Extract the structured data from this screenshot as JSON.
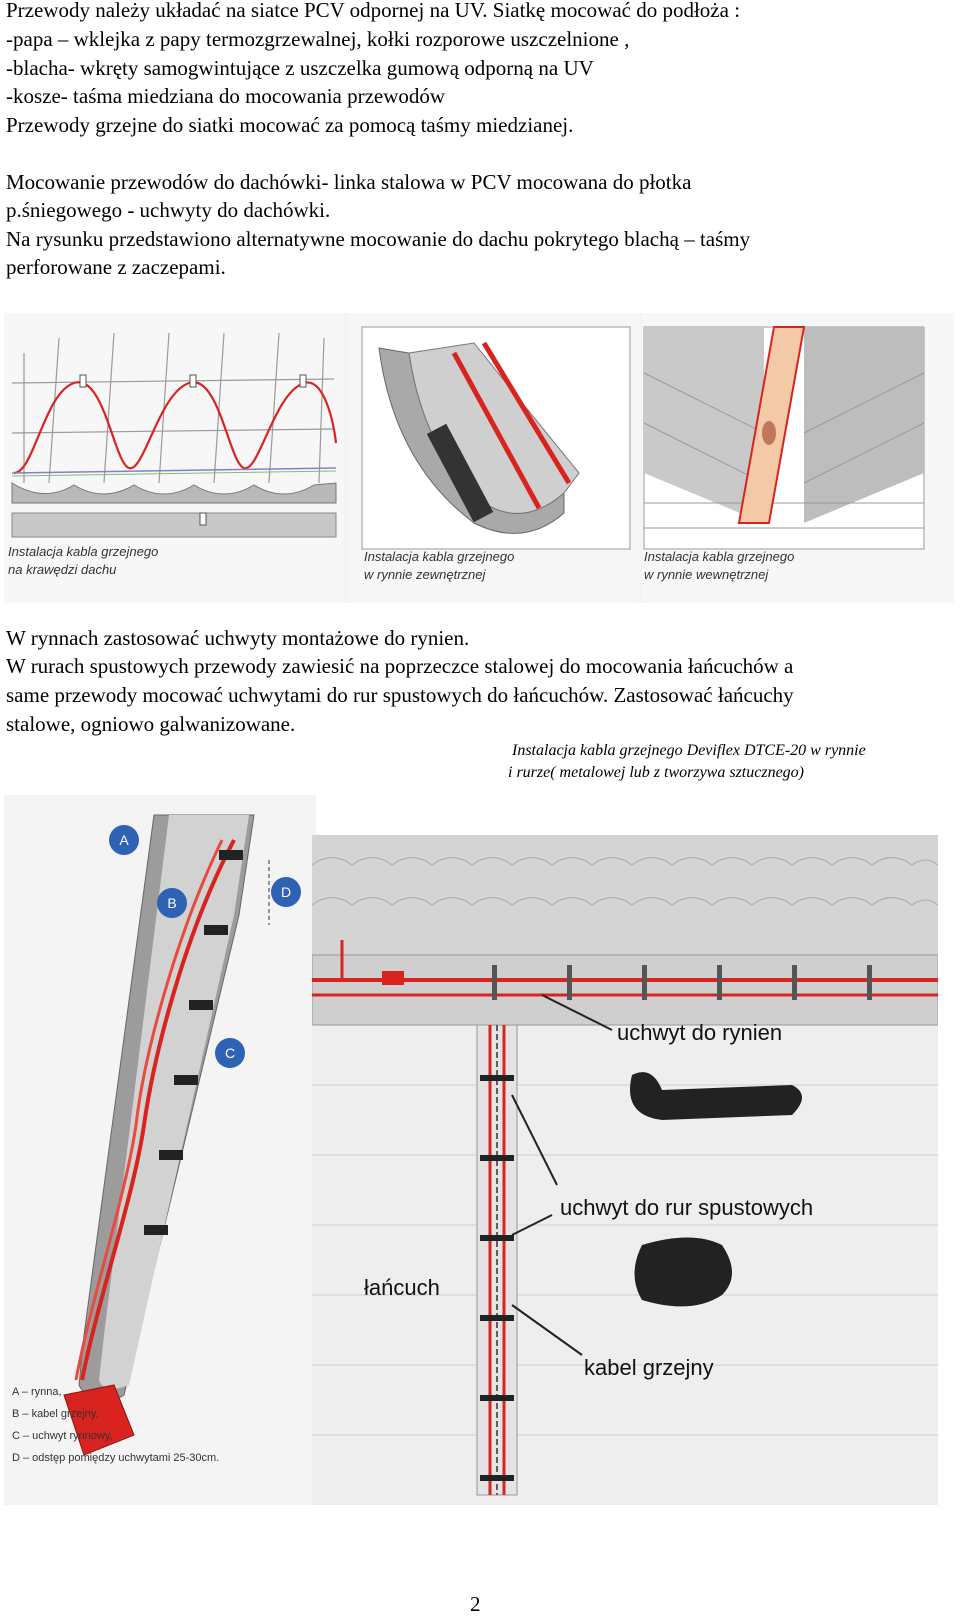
{
  "text1": {
    "l1": "Przewody należy układać na siatce PCV odpornej na UV. Siatkę mocować do podłoża :",
    "l2": "-papa – wklejka z papy termozgrzewalnej, kołki rozporowe uszczelnione ,",
    "l3": "-blacha- wkręty samogwintujące z uszczelka gumową odporną na UV",
    "l4": "-kosze- taśma miedziana do mocowania przewodów",
    "l5": "Przewody grzejne  do siatki mocować za pomocą  taśmy miedzianej."
  },
  "text2": {
    "l1": "Mocowanie przewodów do dachówki- linka stalowa w PCV   mocowana do płotka",
    "l2": "p.śniegowego - uchwyty do dachówki.",
    "l3": "Na rysunku przedstawiono alternatywne mocowanie  do dachu pokrytego blachą – taśmy",
    "l4": "perforowane z zaczepami."
  },
  "fig1": {
    "c1a": "Instalacja kabla grzejnego",
    "c1b": "na krawędzi dachu",
    "c2a": "Instalacja kabla grzejnego",
    "c2b": "w rynnie zewnętrznej",
    "c3a": "Instalacja kabla grzejnego",
    "c3b": "w rynnie wewnętrznej"
  },
  "text3": {
    "l1": "W rynnach zastosować uchwyty montażowe do rynien.",
    "l2": "W rurach spustowych przewody zawiesić na poprzeczce stalowej do mocowania łańcuchów a",
    "l3": "same przewody mocować uchwytami do rur spustowych do łańcuchów. Zastosować łańcuchy",
    "l4": "stalowe, ogniowo galwanizowane."
  },
  "caption2": {
    "l1": "Instalacja kabla grzejnego Deviflex DTCE-20 w rynnie",
    "l2": "i rurze( metalowej lub z tworzywa sztucznego)"
  },
  "fig2": {
    "markA": "A",
    "markB": "B",
    "markC": "C",
    "markD": "D",
    "legA": "A – rynna,",
    "legB": "B – kabel grzejny,",
    "legC": "C – uchwyt rynnowy,",
    "legD": "D – odstęp pomiędzy uchwytami 25-30cm."
  },
  "fig3": {
    "uchwyt_rynien": "uchwyt do rynien",
    "uchwyt_rur": "uchwyt do rur spustowych",
    "lancuch": "łańcuch",
    "kabel": "kabel grzejny"
  },
  "page_number": "2",
  "colors": {
    "cable": "#d9231f",
    "grey": "#b9b9b9"
  }
}
